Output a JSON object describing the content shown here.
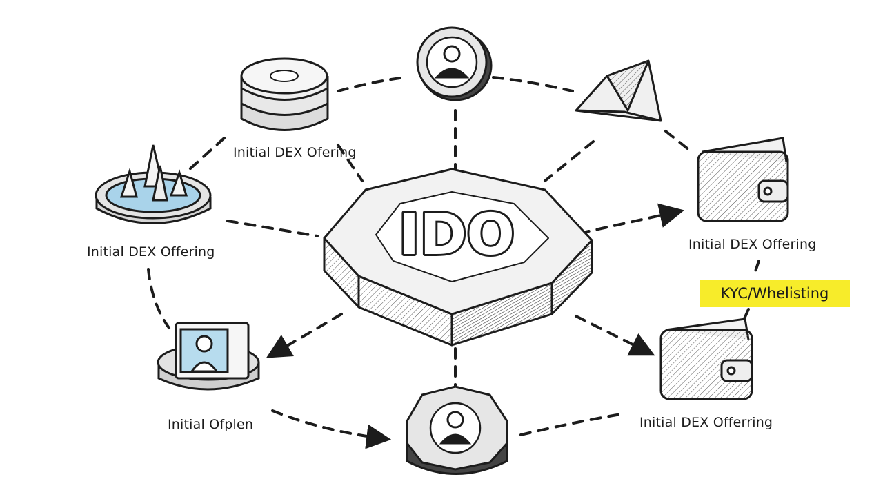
{
  "center_label": "IDO",
  "labels": {
    "top_left": "Initial DEX Ofering",
    "left": "Initial DEX Offering",
    "right": "Initial DEX Offering",
    "bottom_left": "Initial Ofplen",
    "bottom_right": "Initial DEX Offerring"
  },
  "highlight_label": "KYC/Whelisting",
  "colors": {
    "ink": "#1c1c1c",
    "highlight": "#f7ec2a",
    "water": "#a9d3ea"
  },
  "icons": {
    "top": "avatar-coin-icon",
    "top_left": "coin-stack-icon",
    "top_right": "envelope-icon",
    "left": "liquidity-pool-icon",
    "right": "wallet-icon",
    "bottom_left": "id-card-coin-icon",
    "bottom": "avatar-token-icon",
    "bottom_right": "wallet-icon"
  }
}
